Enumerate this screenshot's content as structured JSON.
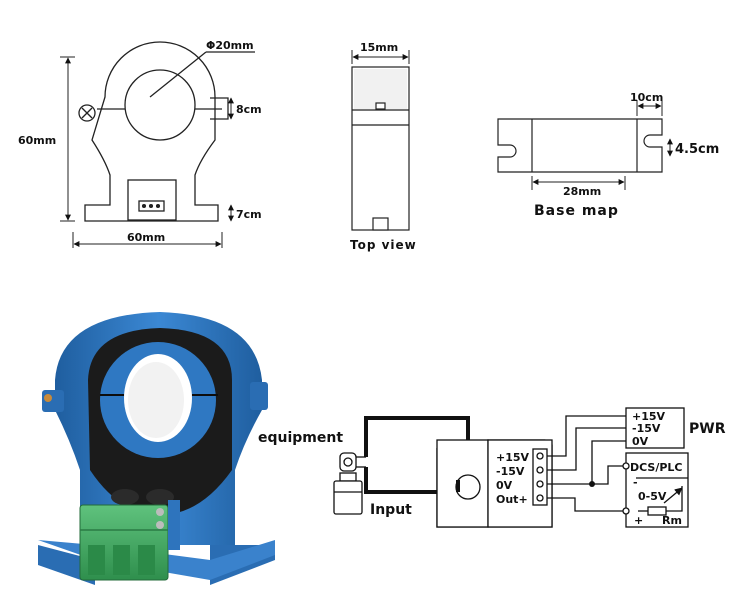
{
  "front_view": {
    "diameter": "Φ20mm",
    "slot_height": "8cm",
    "total_height": "60mm",
    "base_height": "7cm",
    "width": "60mm"
  },
  "top_view": {
    "width": "15mm",
    "caption": "Top view"
  },
  "base_map": {
    "slot_width": "10cm",
    "slot_height": "4.5cm",
    "hole_spacing": "28mm",
    "caption": "Base map"
  },
  "wiring": {
    "equipment_label": "equipment",
    "input_label": "Input",
    "terminals": [
      "+15V",
      "-15V",
      "0V",
      "Out+"
    ],
    "pwr_terminals": [
      "+15V",
      "-15V",
      "0V"
    ],
    "pwr_label": "PWR",
    "plc_label": "DCS/PLC",
    "plc_minus": "-",
    "plc_range": "0-5V",
    "plc_plus": "+",
    "plc_resistor": "Rm"
  },
  "colors": {
    "sensor_blue": "#2f78c2",
    "core_black": "#1b1b1b",
    "terminal_green": "#3fae62",
    "line": "#111111"
  }
}
